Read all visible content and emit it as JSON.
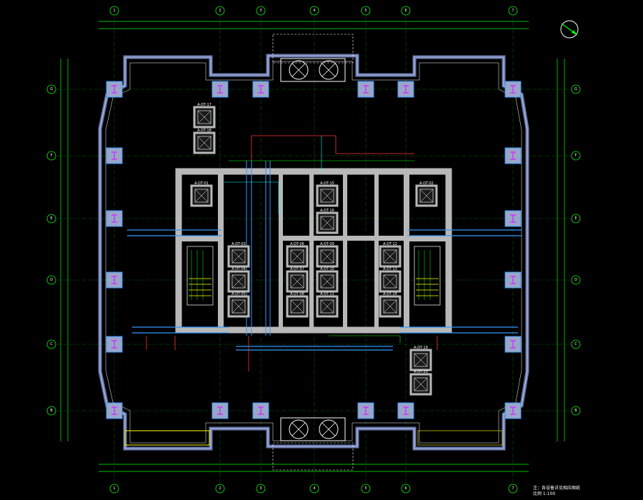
{
  "drawing": {
    "colors": {
      "background": "#000000",
      "grid": "#00ff00",
      "dimension": "#00ff00",
      "wall": "#c0c0c0",
      "slab": "#6a7ab0",
      "column": "#9aa6c8",
      "column_mark": "#cc33ff",
      "pipe_blue": "#3399ff",
      "pipe_cyan": "#00ffff",
      "red": "#ff3333",
      "yellow": "#ffff00",
      "core": "#b8b8b8",
      "text": "#ffffff"
    },
    "grid_top_labels": [
      "1",
      "2",
      "3",
      "4",
      "5",
      "6",
      "7"
    ],
    "grid_bottom_labels": [
      "1",
      "2",
      "3",
      "4",
      "5",
      "6",
      "7"
    ],
    "grid_left_labels": [
      "G",
      "F",
      "E",
      "D",
      "C",
      "B"
    ],
    "grid_right_labels": [
      "G",
      "F",
      "E",
      "D",
      "C",
      "B"
    ],
    "elevator_tags": [
      "A-DT-01",
      "A-DT-02",
      "A-DT-03",
      "A-DT-04",
      "A-DT-05",
      "A-DT-06",
      "A-DT-07",
      "A-DT-08",
      "A-DT-09",
      "A-DT-10",
      "A-DT-11",
      "A-DT-12",
      "A-DT-13",
      "A-DT-14",
      "A-DT-15",
      "A-DT-16",
      "A-DT-17",
      "A-DT-18",
      "A-DT-19",
      "A-DT-20"
    ],
    "note_lines": [
      "注：各设备详见相应图纸",
      "比例 1:100"
    ]
  }
}
